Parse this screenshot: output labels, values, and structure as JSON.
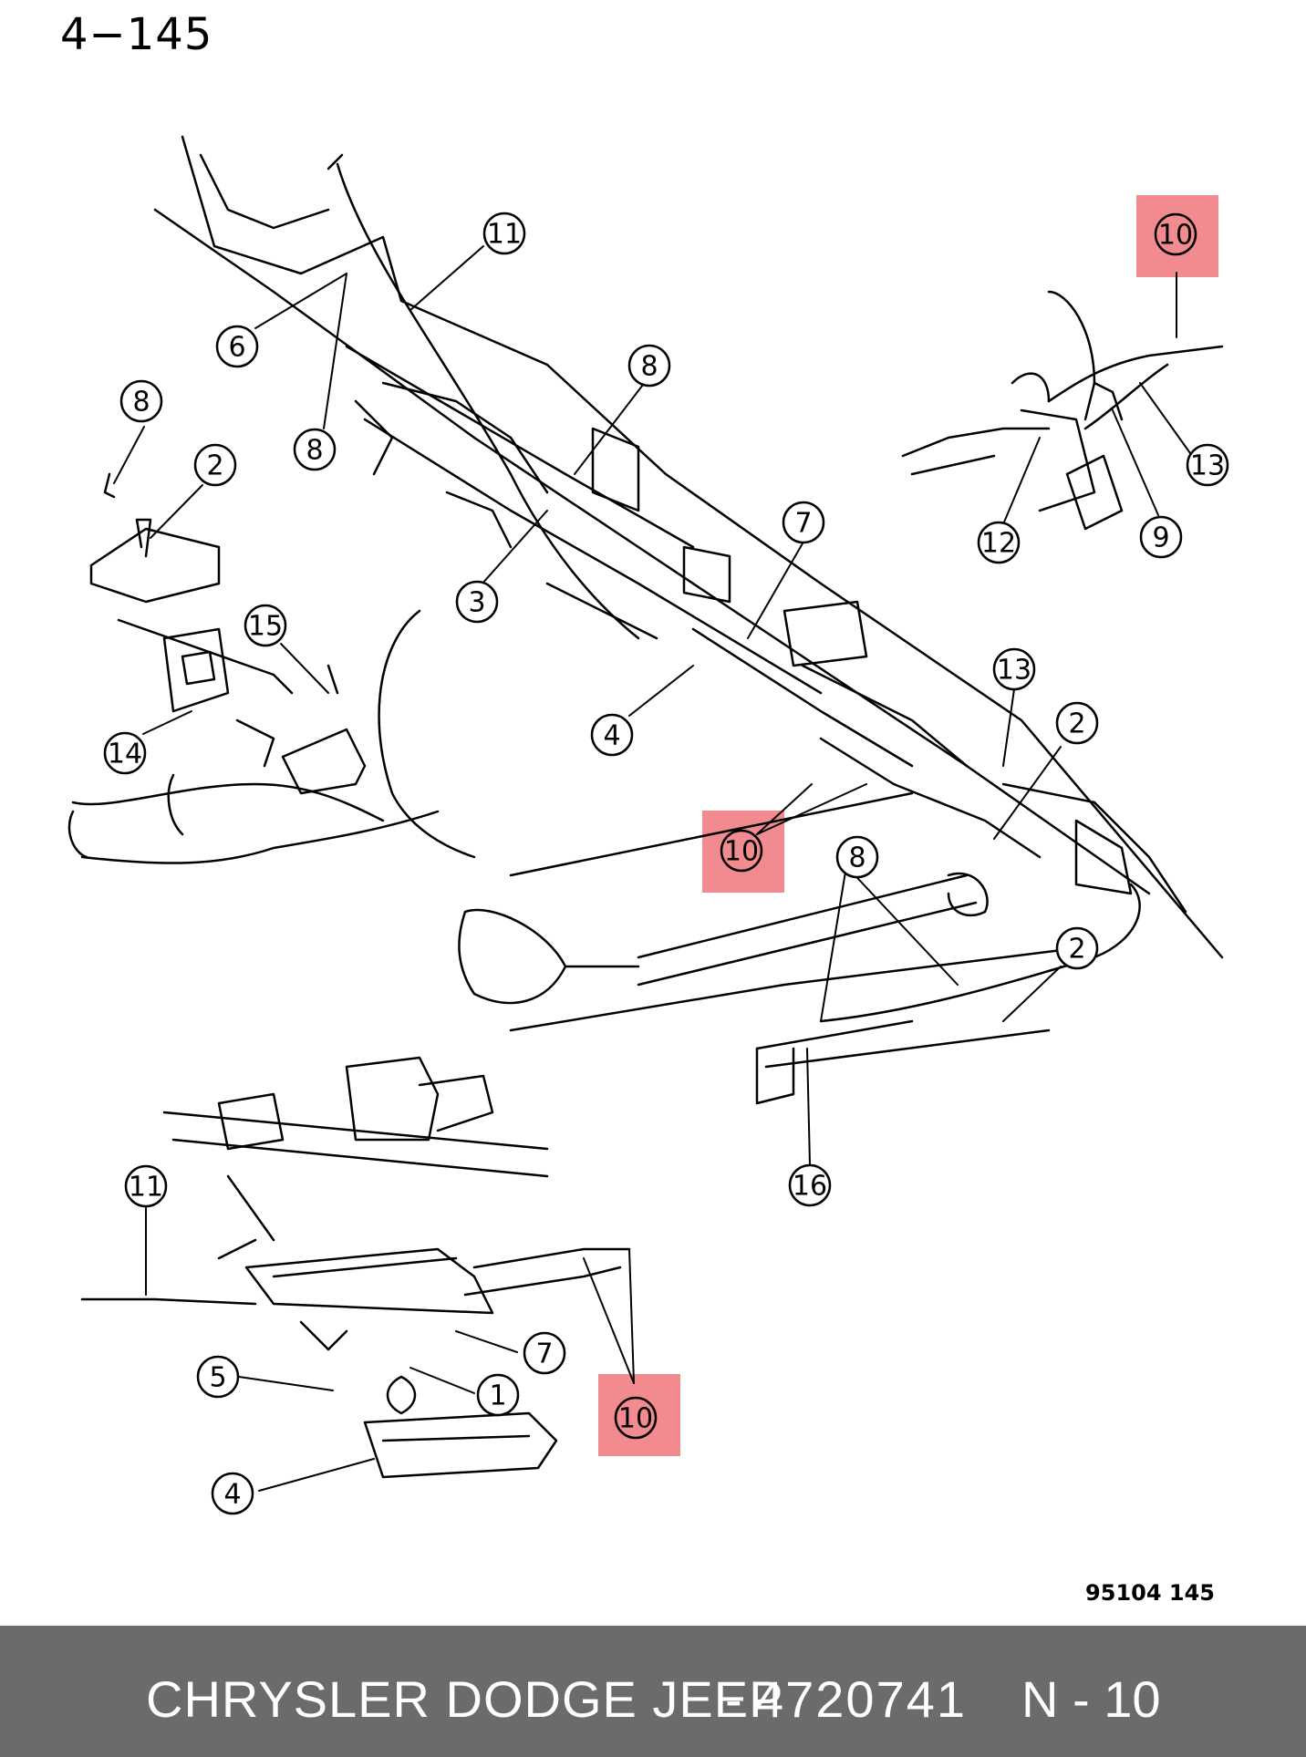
{
  "page_number": "4−145",
  "figure_code": "95104 145",
  "footer": {
    "brand": "CHRYSLER DODGE JEEP",
    "separator": "-",
    "part_number": "4720741",
    "position": "N - 10"
  },
  "callouts": {
    "c11a": "11",
    "c6": "6",
    "c8a": "8",
    "c8b": "8",
    "c8c": "8",
    "c2a": "2",
    "c3": "3",
    "c15": "15",
    "c14": "14",
    "c7a": "7",
    "c4a": "4",
    "c10a": "10",
    "c13a": "13",
    "c12": "12",
    "c9": "9",
    "c13b": "13",
    "c2b": "2",
    "c10b": "10",
    "c8d": "8",
    "c2c": "2",
    "c16": "16",
    "c11b": "11",
    "c7b": "7",
    "c5": "5",
    "c1": "1",
    "c10c": "10",
    "c4b": "4"
  },
  "highlight_color": "#f28b8f"
}
